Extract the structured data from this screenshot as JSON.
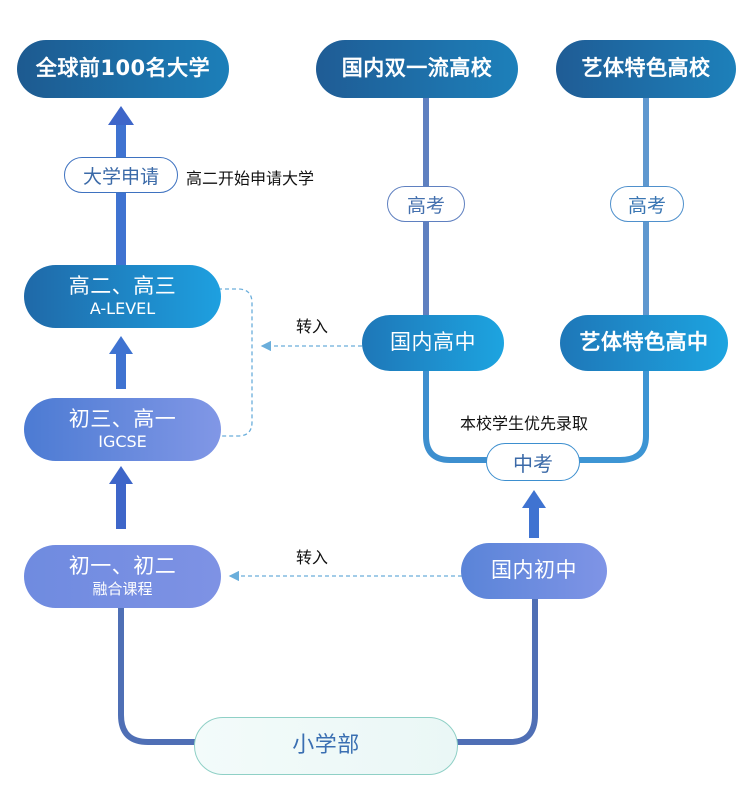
{
  "nodes": {
    "top_universities": "全球前100名大学",
    "domestic_double_first_class": "国内双一流高校",
    "art_colleges": "艺体特色高校",
    "grade11_12": "高二、高三",
    "grade11_12_sub": "A-LEVEL",
    "grade9_10": "初三、高一",
    "grade9_10_sub": "IGCSE",
    "grade7_8": "初一、初二",
    "grade7_8_sub": "融合课程",
    "domestic_high_school": "国内高中",
    "art_high_school": "艺体特色高中",
    "domestic_middle_school": "国内初中",
    "primary_school": "小学部"
  },
  "labels": {
    "university_application": "大学申请",
    "gaokao_left": "高考",
    "gaokao_right": "高考",
    "zhongkao": "中考"
  },
  "notes": {
    "apply_timing": "高二开始申请大学",
    "transfer_upper": "转入",
    "transfer_lower": "转入",
    "priority_admission": "本校学生优先录取"
  },
  "colors": {
    "dark_navy": "#1d5a90",
    "bright_blue": "#1ea0e0",
    "violet": "#8197e6",
    "mint": "#c9ece6",
    "label_text": "#3b6aa8",
    "dashed": "#6aaedb"
  }
}
